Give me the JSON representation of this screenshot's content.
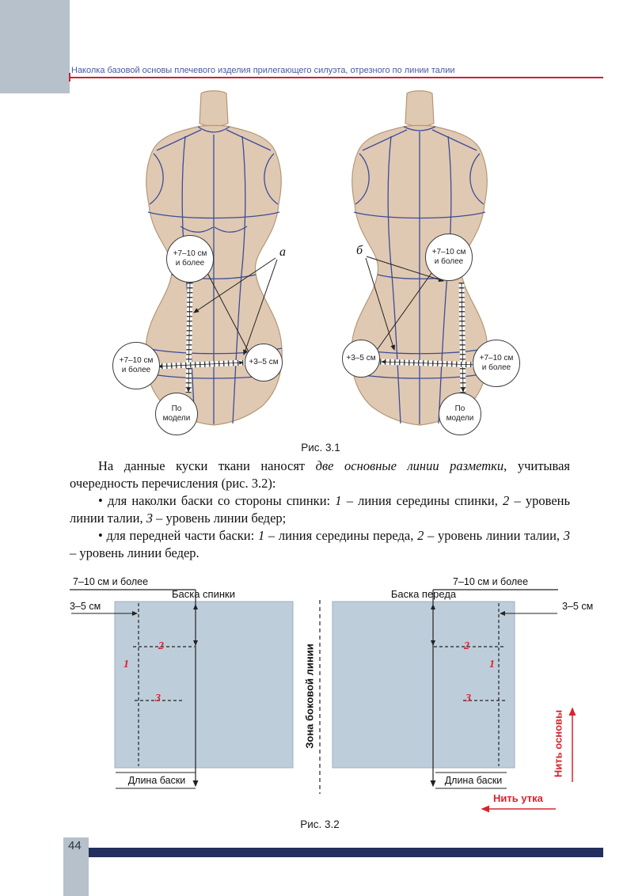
{
  "header": {
    "title": "Наколка базовой основы плечевого изделия прилегающего силуэта, отрезного по линии талии"
  },
  "fig31": {
    "caption": "Рис. 3.1",
    "label_a": "а",
    "label_b": "б",
    "front": {
      "circle_top": "+7–10 см\nи более",
      "circle_left": "+7–10 см\nи более",
      "circle_right": "+3–5 см",
      "circle_bottom": "По\nмодели"
    },
    "back": {
      "circle_top": "+7–10 см\nи более",
      "circle_left": "+3–5 см",
      "circle_right": "+7–10 см\nи более",
      "circle_bottom": "По\nмодели"
    }
  },
  "body": {
    "p1": [
      {
        "t": "На данные куски ткани наносят "
      },
      {
        "t": "две основные линии разметки"
      },
      {
        "t": ", учитывая очередность перечисления (рис. 3.2):"
      }
    ],
    "p2": [
      {
        "t": "• для наколки баски со стороны спинки: "
      },
      {
        "t": "1"
      },
      {
        "t": " – линия середины спинки, "
      },
      {
        "t": "2"
      },
      {
        "t": " – уровень линии талии, "
      },
      {
        "t": "3"
      },
      {
        "t": " – уровень линии бедер;"
      }
    ],
    "p3": [
      {
        "t": "• для передней части баски: "
      },
      {
        "t": "1"
      },
      {
        "t": " – линия середины переда, "
      },
      {
        "t": "2"
      },
      {
        "t": " – уровень линии талии, "
      },
      {
        "t": "3"
      },
      {
        "t": " – уровень линии бедер."
      }
    ]
  },
  "fig32": {
    "caption": "Рис. 3.2",
    "left": {
      "top_dim": "7–10 см и более",
      "title": "Баска спинки",
      "side_dim": "3–5 см",
      "n1": "1",
      "n2": "2",
      "n3": "3",
      "bottom_label": "Длина баски"
    },
    "middle": "Зона боковой линии",
    "right": {
      "top_dim": "7–10 см и более",
      "title": "Баска переда",
      "side_dim": "3–5 см",
      "n1": "1",
      "n2": "2",
      "n3": "3",
      "bottom_label": "Длина баски"
    },
    "warp": "Нить основы",
    "weft": "Нить утка"
  },
  "footer": {
    "page_number": "44"
  },
  "colors": {
    "accent_red": "#cf2133",
    "header_blue": "#4a5aa0",
    "fabric_fill": "#becdda",
    "mannequin_fill": "#e0c9b2",
    "mannequin_line": "#3c4c9a",
    "navy_bar": "#232f5c",
    "gray_box": "#b6c1cc",
    "figure_red": "#d9232e"
  }
}
